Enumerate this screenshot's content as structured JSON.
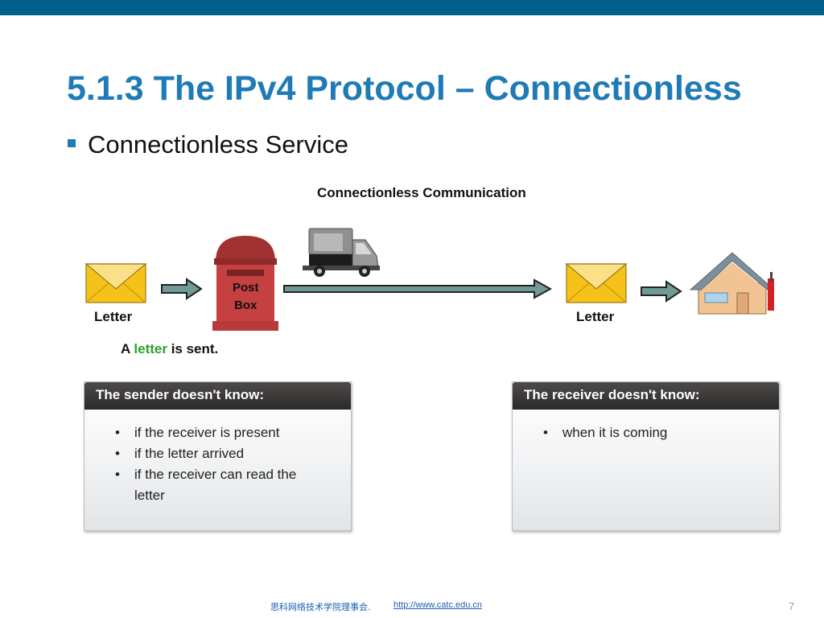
{
  "slide": {
    "title": "5.1.3 The IPv4 Protocol – Connectionless",
    "bullet": "Connectionless Service"
  },
  "diagram": {
    "title": "Connectionless Communication",
    "sender_letter_label": "Letter",
    "postbox_label_line1": "Post",
    "postbox_label_line2": "Box",
    "receiver_letter_label": "Letter",
    "caption_prefix": "A",
    "caption_highlight": "letter",
    "caption_suffix": "is sent."
  },
  "panels": {
    "sender": {
      "header": "The sender doesn't know:",
      "items": [
        "if the receiver is present",
        "if the letter arrived",
        "if the receiver can read the letter"
      ]
    },
    "receiver": {
      "header": "The receiver doesn't know:",
      "items": [
        "when it is coming"
      ]
    }
  },
  "footer": {
    "org": "思科网络技术学院理事会.",
    "url": "http://www.catc.edu.cn",
    "page": "7"
  },
  "colors": {
    "top_bar": "#006089",
    "title": "#1f7bb6",
    "highlight_green": "#2aa02a",
    "arrow_fill": "#6f9a97",
    "envelope": "#f6c21a",
    "postbox": "#c4413f"
  },
  "icons": [
    "envelope-icon",
    "arrow-icon",
    "postbox-icon",
    "truck-icon",
    "house-icon"
  ]
}
